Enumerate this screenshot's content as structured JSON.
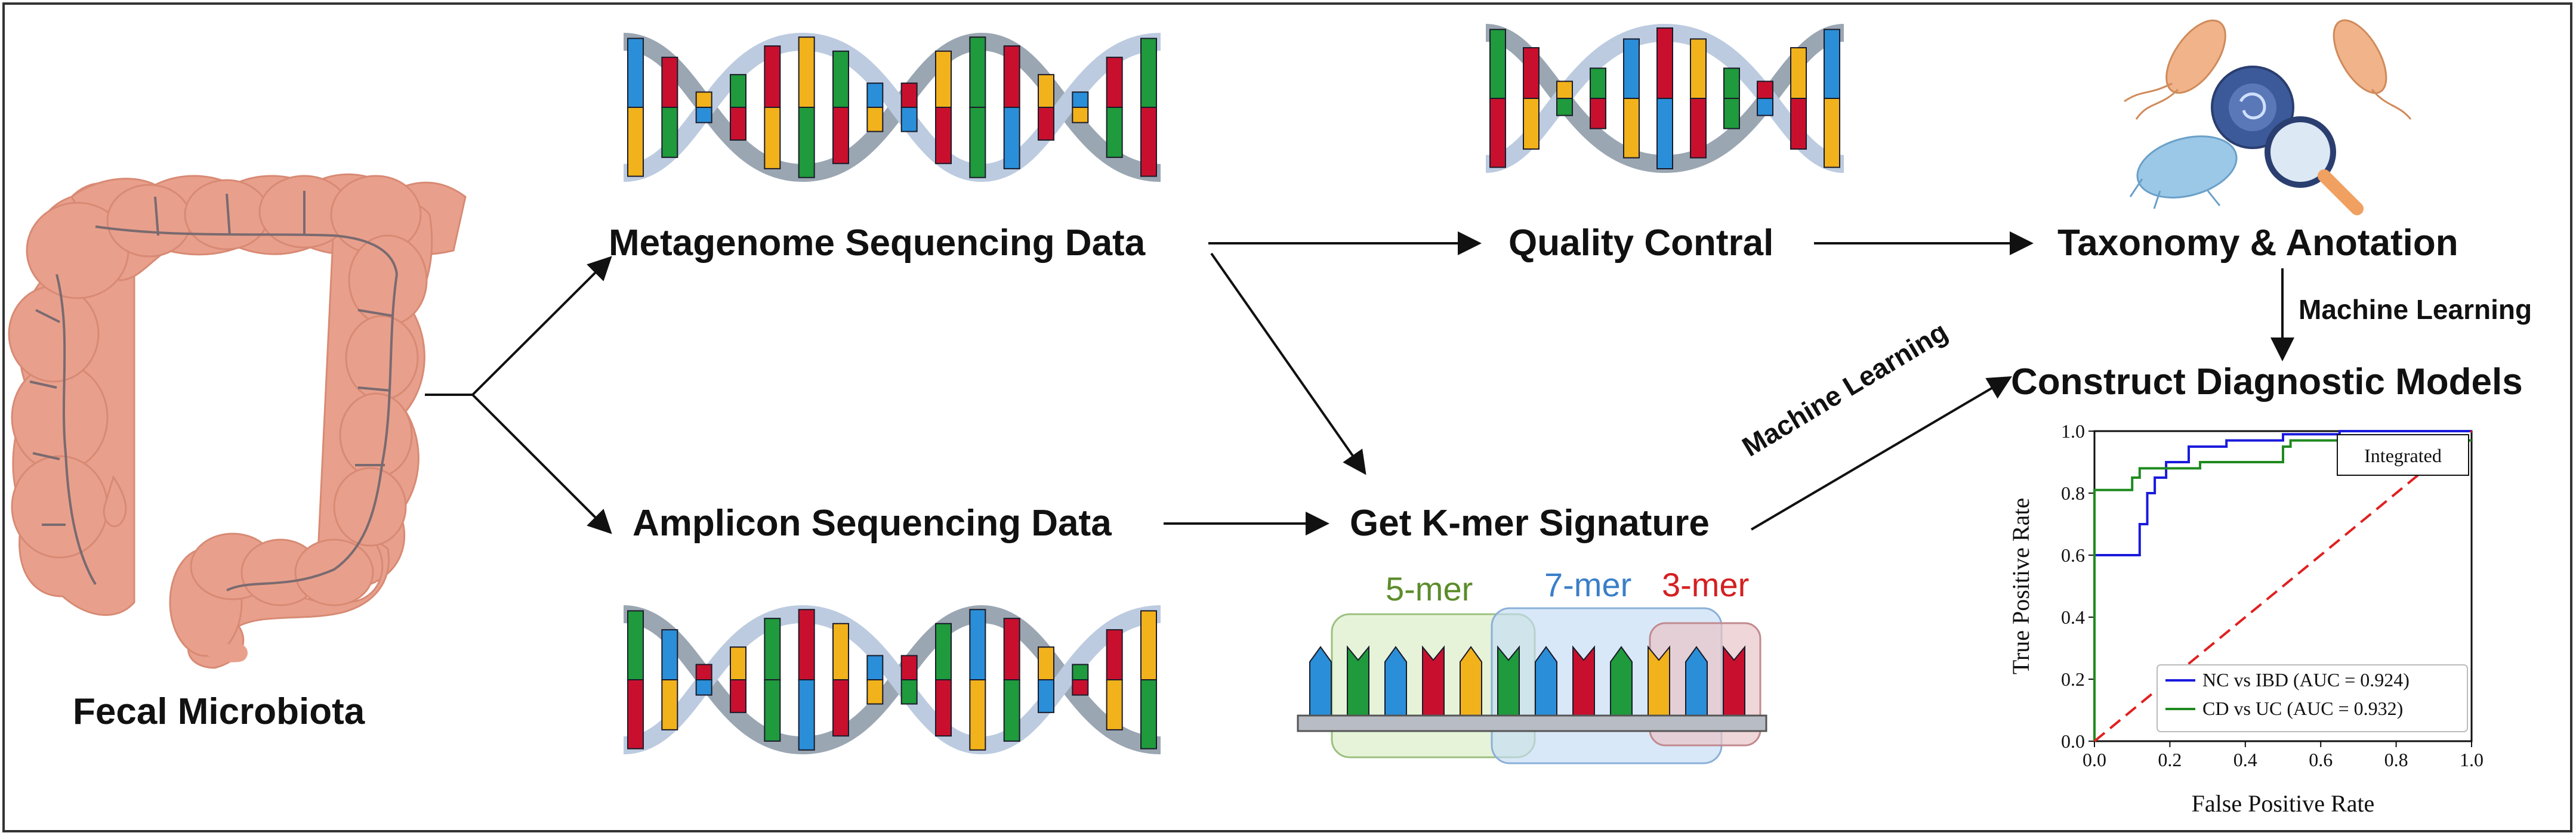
{
  "labels": {
    "fecal": "Fecal Microbiota",
    "metagenome": "Metagenome Sequencing Data",
    "amplicon": "Amplicon Sequencing Data",
    "quality": "Quality Contral",
    "taxonomy": "Taxonomy & Anotation",
    "kmer": "Get K-mer Signature",
    "construct": "Construct Diagnostic Models",
    "ml_vertical": "Machine Learning",
    "ml_diagonal": "Machine Learning"
  },
  "kmer_labels": {
    "five": "5-mer",
    "seven": "7-mer",
    "three": "3-mer"
  },
  "colors": {
    "dna_blue": "#2a8fd8",
    "dna_red": "#c8102e",
    "dna_green": "#1f9a3c",
    "dna_yellow": "#f2b21b",
    "intestine": "#e8a08c",
    "kmer_green": "#5b8c2a",
    "kmer_blue": "#3a7fc8",
    "kmer_red": "#d42020",
    "roc_nc": "#1a1adc",
    "roc_cd": "#1f8a1f",
    "roc_diag": "#e02020"
  },
  "chart_data": {
    "type": "line",
    "legend_title": "Integrated",
    "xlabel": "False Positive Rate",
    "ylabel": "True Positive Rate",
    "xlim": [
      0,
      1
    ],
    "ylim": [
      0,
      1
    ],
    "xticks": [
      "0.0",
      "0.2",
      "0.4",
      "0.6",
      "0.8",
      "1.0"
    ],
    "yticks": [
      "0.0",
      "0.2",
      "0.4",
      "0.6",
      "0.8",
      "1.0"
    ],
    "legend": "lower-right",
    "series": [
      {
        "name": "NC vs IBD (AUC = 0.924)",
        "x": [
          0,
          0,
          0.005,
          0.005,
          0.12,
          0.12,
          0.14,
          0.14,
          0.16,
          0.16,
          0.19,
          0.19,
          0.25,
          0.25,
          0.35,
          0.35,
          0.5,
          0.5,
          0.65,
          0.65,
          1
        ],
        "y": [
          0,
          0.6,
          0.6,
          0.6,
          0.6,
          0.7,
          0.7,
          0.8,
          0.8,
          0.85,
          0.85,
          0.9,
          0.9,
          0.95,
          0.95,
          0.97,
          0.97,
          0.99,
          0.99,
          1,
          1
        ]
      },
      {
        "name": "CD vs UC (AUC = 0.932)",
        "x": [
          0,
          0,
          0.02,
          0.02,
          0.1,
          0.1,
          0.12,
          0.12,
          0.18,
          0.18,
          0.28,
          0.28,
          0.5,
          0.5,
          0.52,
          0.52,
          1
        ],
        "y": [
          0,
          0.81,
          0.81,
          0.81,
          0.81,
          0.85,
          0.85,
          0.88,
          0.88,
          0.88,
          0.88,
          0.9,
          0.9,
          0.95,
          0.95,
          0.97,
          0.97
        ]
      },
      {
        "name": "",
        "x": [
          0,
          1
        ],
        "y": [
          0,
          1
        ]
      }
    ]
  }
}
